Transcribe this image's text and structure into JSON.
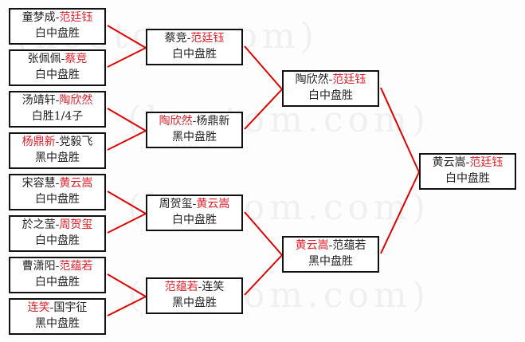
{
  "watermark": "(hoetom.com)",
  "colors": {
    "winner": "#e0202a",
    "line": "#e00000",
    "text": "#222222"
  },
  "rounds": [
    [
      {
        "players": [
          "童梦成",
          "范廷钰"
        ],
        "winner": 1,
        "result": "白中盘胜"
      },
      {
        "players": [
          "张佩佩",
          "蔡竞"
        ],
        "winner": 1,
        "result": "白中盘胜"
      },
      {
        "players": [
          "汤靖轩",
          "陶欣然"
        ],
        "winner": 1,
        "result": "白胜1/4子"
      },
      {
        "players": [
          "杨鼎新",
          "党毅飞"
        ],
        "winner": 0,
        "result": "黑中盘胜"
      },
      {
        "players": [
          "宋容慧",
          "黄云嵩"
        ],
        "winner": 1,
        "result": "白中盘胜"
      },
      {
        "players": [
          "於之莹",
          "周贺玺"
        ],
        "winner": 1,
        "result": "白中盘胜"
      },
      {
        "players": [
          "曹潇阳",
          "范蕴若"
        ],
        "winner": 1,
        "result": "白中盘胜"
      },
      {
        "players": [
          "连笑",
          "国宇征"
        ],
        "winner": 0,
        "result": "黑中盘胜"
      }
    ],
    [
      {
        "players": [
          "蔡竞",
          "范廷钰"
        ],
        "winner": 1,
        "result": "白中盘胜"
      },
      {
        "players": [
          "陶欣然",
          "杨鼎新"
        ],
        "winner": 0,
        "result": "黑中盘胜"
      },
      {
        "players": [
          "周贺玺",
          "黄云嵩"
        ],
        "winner": 1,
        "result": "白中盘胜"
      },
      {
        "players": [
          "范蕴若",
          "连笑"
        ],
        "winner": 0,
        "result": "黑中盘胜"
      }
    ],
    [
      {
        "players": [
          "陶欣然",
          "范廷钰"
        ],
        "winner": 1,
        "result": "白中盘胜"
      },
      {
        "players": [
          "黄云嵩",
          "范蕴若"
        ],
        "winner": 0,
        "result": "黑中盘胜"
      }
    ],
    [
      {
        "players": [
          "黄云嵩",
          "范廷钰"
        ],
        "winner": 1,
        "result": "白中盘胜"
      }
    ]
  ]
}
